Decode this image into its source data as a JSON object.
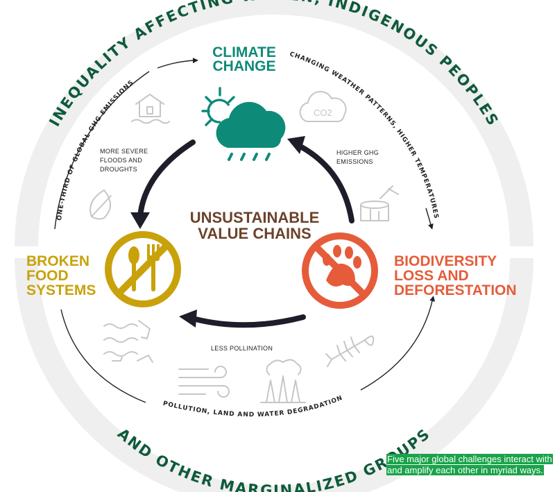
{
  "ring": {
    "top_text": "INEQUALITY AFFECTING WOMEN, INDIGENOUS PEOPLES",
    "bottom_text": "AND OTHER MARGINALIZED GROUPS"
  },
  "outer_paths": {
    "left": "ONE-THIRD OF GLOBAL GHG EMISSIONS",
    "right": "CHANGING WEATHER PATTERNS, HIGHER TEMPERATURES",
    "bottom": "POLLUTION, LAND AND WATER DEGRADATION"
  },
  "inner_labels": {
    "left": [
      "MORE SEVERE",
      "FLOODS AND",
      "DROUGHTS"
    ],
    "right": [
      "HIGHER GHG",
      "EMISSIONS"
    ],
    "bottom": "LESS POLLINATION"
  },
  "nodes": {
    "climate": [
      "CLIMATE",
      "CHANGE"
    ],
    "food": [
      "BROKEN",
      "FOOD",
      "SYSTEMS"
    ],
    "biodiversity": [
      "BIODIVERSITY",
      "LOSS AND",
      "DEFORESTATION"
    ]
  },
  "center": [
    "UNSUSTAINABLE",
    "VALUE CHAINS"
  ],
  "icons": {
    "co2_label": "CO2"
  },
  "colors": {
    "ring_gray": "#efefef",
    "ring_text": "#0e5a3a",
    "climate": "#0e8a78",
    "food": "#c9a20b",
    "biodiversity": "#e65c3a",
    "center": "#6b4229",
    "arrow": "#1e1e2a",
    "icon_gray": "#c6c6c6"
  },
  "caption": "Five major global challenges interact with and amplify each other in myriad ways."
}
